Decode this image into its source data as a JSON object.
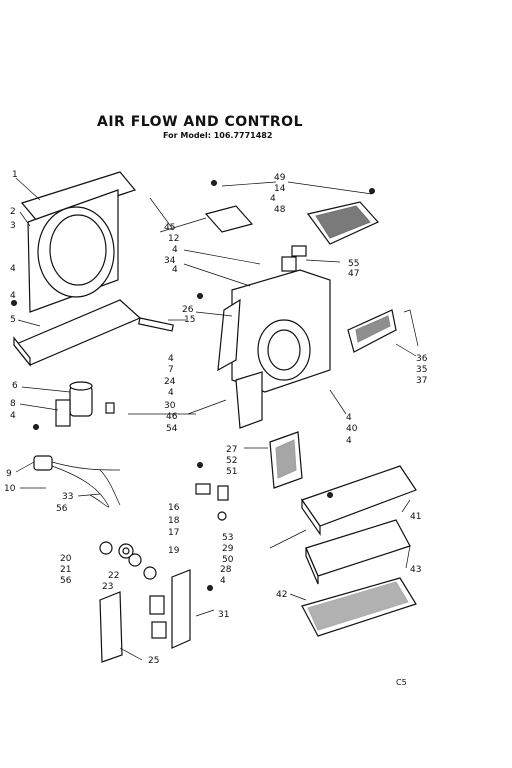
{
  "header": {
    "title": "AIR FLOW AND CONTROL",
    "subtitle": "For Model: 106.7771482"
  },
  "footer": {
    "code": "C5"
  },
  "labels": [
    {
      "id": "1",
      "text": "1"
    },
    {
      "id": "2",
      "text": "2"
    },
    {
      "id": "3",
      "text": "3"
    },
    {
      "id": "4a",
      "text": "4"
    },
    {
      "id": "4b",
      "text": "4"
    },
    {
      "id": "5",
      "text": "5"
    },
    {
      "id": "6",
      "text": "6"
    },
    {
      "id": "8",
      "text": "8"
    },
    {
      "id": "4c",
      "text": "4"
    },
    {
      "id": "9",
      "text": "9"
    },
    {
      "id": "10",
      "text": "10"
    },
    {
      "id": "33",
      "text": "33"
    },
    {
      "id": "56a",
      "text": "56"
    },
    {
      "id": "20",
      "text": "20"
    },
    {
      "id": "21",
      "text": "21"
    },
    {
      "id": "56b",
      "text": "56"
    },
    {
      "id": "22",
      "text": "22"
    },
    {
      "id": "23",
      "text": "23"
    },
    {
      "id": "25",
      "text": "25"
    },
    {
      "id": "16",
      "text": "16"
    },
    {
      "id": "18",
      "text": "18"
    },
    {
      "id": "17",
      "text": "17"
    },
    {
      "id": "19",
      "text": "19"
    },
    {
      "id": "45",
      "text": "45"
    },
    {
      "id": "12",
      "text": "12"
    },
    {
      "id": "4d",
      "text": "4"
    },
    {
      "id": "34",
      "text": "34"
    },
    {
      "id": "4e",
      "text": "4"
    },
    {
      "id": "26",
      "text": "26"
    },
    {
      "id": "15",
      "text": "15"
    },
    {
      "id": "4f",
      "text": "4"
    },
    {
      "id": "7",
      "text": "7"
    },
    {
      "id": "24",
      "text": "24"
    },
    {
      "id": "4g",
      "text": "4"
    },
    {
      "id": "30",
      "text": "30"
    },
    {
      "id": "46",
      "text": "46"
    },
    {
      "id": "54",
      "text": "54"
    },
    {
      "id": "27",
      "text": "27"
    },
    {
      "id": "52",
      "text": "52"
    },
    {
      "id": "51",
      "text": "51"
    },
    {
      "id": "53",
      "text": "53"
    },
    {
      "id": "29",
      "text": "29"
    },
    {
      "id": "50",
      "text": "50"
    },
    {
      "id": "28",
      "text": "28"
    },
    {
      "id": "4h",
      "text": "4"
    },
    {
      "id": "31",
      "text": "31"
    },
    {
      "id": "49",
      "text": "49"
    },
    {
      "id": "14",
      "text": "14"
    },
    {
      "id": "4i",
      "text": "4"
    },
    {
      "id": "48",
      "text": "48"
    },
    {
      "id": "55",
      "text": "55"
    },
    {
      "id": "47",
      "text": "47"
    },
    {
      "id": "36",
      "text": "36"
    },
    {
      "id": "35",
      "text": "35"
    },
    {
      "id": "37",
      "text": "37"
    },
    {
      "id": "4j",
      "text": "4"
    },
    {
      "id": "40",
      "text": "40"
    },
    {
      "id": "4k",
      "text": "4"
    },
    {
      "id": "41",
      "text": "41"
    },
    {
      "id": "43",
      "text": "43"
    },
    {
      "id": "42",
      "text": "42"
    }
  ]
}
